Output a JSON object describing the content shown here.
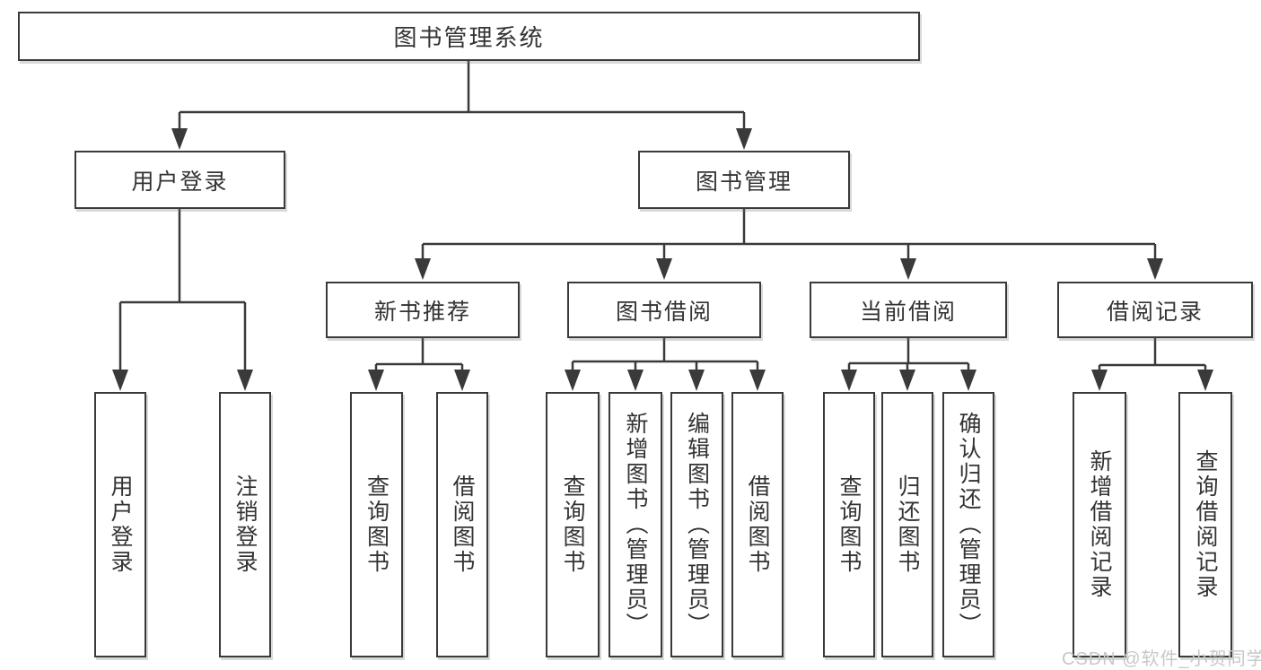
{
  "colors": {
    "line": "#3a3a3a",
    "text": "#333333",
    "background": "#ffffff"
  },
  "watermark": {
    "text": "CSDN @软件_小贺同学",
    "color": "#c8c8c8"
  },
  "diagram": {
    "root": {
      "label": "图书管理系统"
    },
    "branches": [
      {
        "label": "用户登录",
        "children": [
          {
            "label": "用户登录"
          },
          {
            "label": "注销登录"
          }
        ]
      },
      {
        "label": "图书管理",
        "groups": [
          {
            "label": "新书推荐",
            "children": [
              {
                "label": "查询图书"
              },
              {
                "label": "借阅图书"
              }
            ]
          },
          {
            "label": "图书借阅",
            "children": [
              {
                "label": "查询图书"
              },
              {
                "label": "新增图书（管理员）"
              },
              {
                "label": "编辑图书（管理员）"
              },
              {
                "label": "借阅图书"
              }
            ]
          },
          {
            "label": "当前借阅",
            "children": [
              {
                "label": "查询图书"
              },
              {
                "label": "归还图书"
              },
              {
                "label": "确认归还（管理员）"
              }
            ]
          },
          {
            "label": "借阅记录",
            "children": [
              {
                "label": "新增借阅记录"
              },
              {
                "label": "查询借阅记录"
              }
            ]
          }
        ]
      }
    ]
  }
}
